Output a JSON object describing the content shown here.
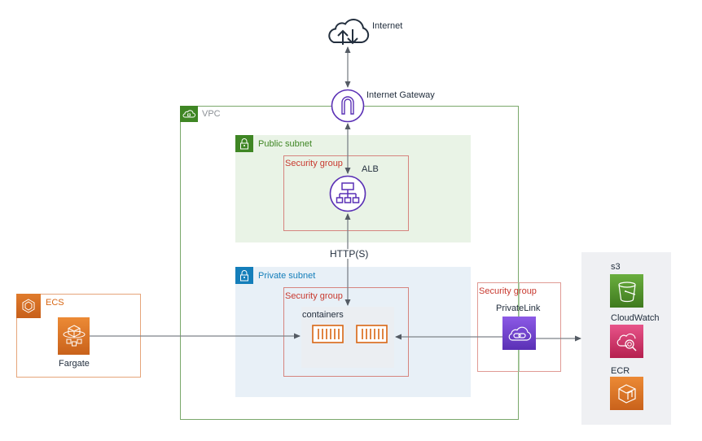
{
  "diagram": {
    "nodes": {
      "internet": {
        "label": "Internet",
        "icon": "cloud-upload-download-icon"
      },
      "igw": {
        "label": "Internet Gateway",
        "icon": "internet-gateway-icon"
      },
      "alb": {
        "label": "ALB",
        "icon": "load-balancer-icon"
      },
      "containers": {
        "label": "containers",
        "icon": "container-icon",
        "count": 2
      },
      "fargate": {
        "label": "Fargate",
        "icon": "fargate-icon"
      },
      "privatelink": {
        "label": "PrivateLink",
        "icon": "privatelink-icon"
      },
      "s3": {
        "label": "s3",
        "icon": "s3-bucket-icon"
      },
      "cloudwatch": {
        "label": "CloudWatch",
        "icon": "cloudwatch-icon"
      },
      "ecr": {
        "label": "ECR",
        "icon": "ecr-icon"
      }
    },
    "groups": {
      "vpc": {
        "label": "VPC",
        "icon": "vpc-cloud-icon"
      },
      "public_subnet": {
        "label": "Public subnet",
        "icon": "lock-icon"
      },
      "private_subnet": {
        "label": "Private subnet",
        "icon": "lock-icon"
      },
      "sg_alb": {
        "label": "Security group"
      },
      "sg_containers": {
        "label": "Security group"
      },
      "sg_privatelink": {
        "label": "Security group"
      },
      "ecs": {
        "label": "ECS",
        "icon": "ecs-icon"
      }
    },
    "edges": [
      {
        "from": "internet",
        "to": "igw",
        "bidirectional": true
      },
      {
        "from": "igw",
        "to": "alb",
        "bidirectional": true
      },
      {
        "from": "alb",
        "to": "containers",
        "bidirectional": true,
        "label": "HTTP(S)"
      },
      {
        "from": "fargate",
        "to": "containers",
        "bidirectional": false
      },
      {
        "from": "privatelink",
        "to": "containers",
        "bidirectional": false
      },
      {
        "from": "privatelink",
        "to": "aws-services",
        "bidirectional": false
      }
    ],
    "colors": {
      "vpc_border": "#3f8624",
      "public_subnet_bg": "#e9f3e6",
      "public_subnet_accent": "#3f8624",
      "private_subnet_bg": "#e6f0f7",
      "private_subnet_accent": "#147eba",
      "security_group": "#dd344c",
      "ecs_orange": "#d86613",
      "networking_purple": "#5a30b5",
      "s3_green": "#3f8624",
      "cloudwatch_pink": "#c7225b",
      "services_bg": "#f0f1f4",
      "arrow": "#545b64"
    }
  }
}
